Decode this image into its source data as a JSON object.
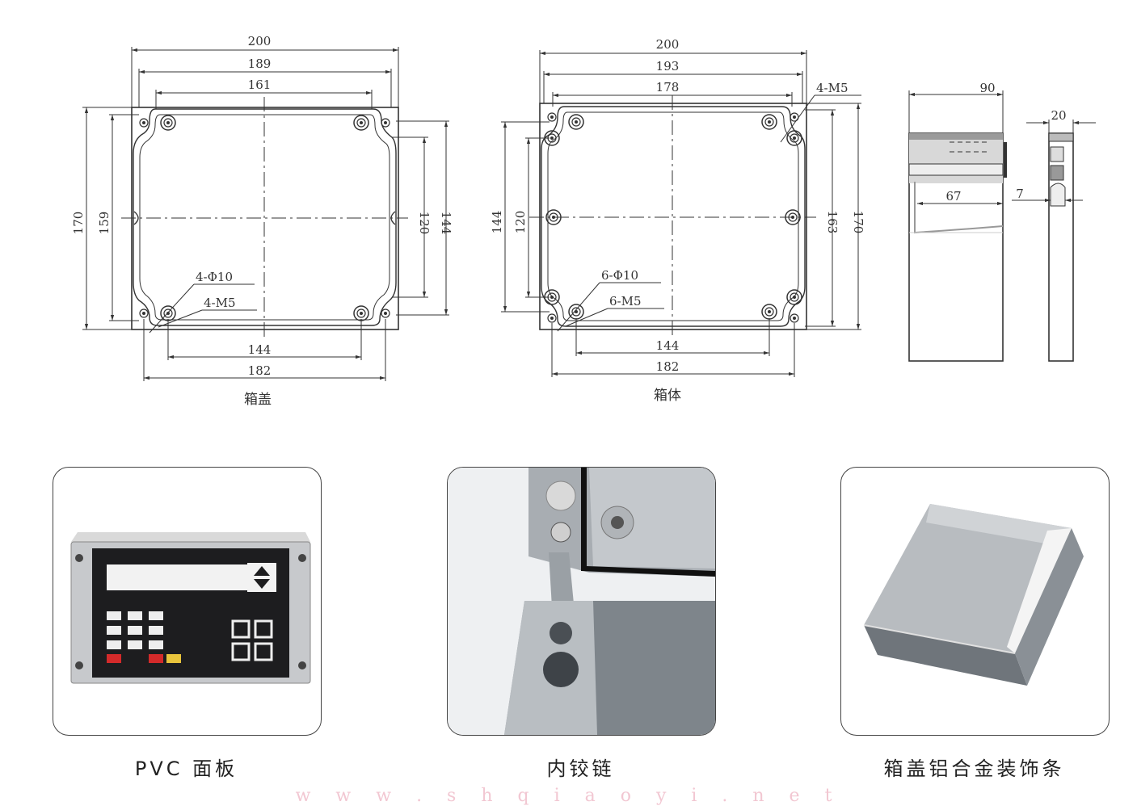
{
  "lid": {
    "label": "箱盖",
    "dims": {
      "overall_width": "200",
      "inner_width_189": "189",
      "inner_width_161": "161",
      "overall_height": "170",
      "height_159": "159",
      "height_120": "120",
      "height_144": "144",
      "bottom_144": "144",
      "bottom_182": "182",
      "hole_note": "4-Φ10",
      "screw_note": "4-M5"
    }
  },
  "body": {
    "label": "箱体",
    "dims": {
      "overall_width": "200",
      "width_193": "193",
      "width_178": "178",
      "top_screw_note": "4-M5",
      "height_144": "144",
      "height_120": "120",
      "height_163": "163",
      "height_170": "170",
      "hole_note": "6-Φ10",
      "screw_note": "6-M5",
      "bottom_144": "144",
      "bottom_182": "182"
    }
  },
  "side": {
    "depth": "90",
    "lid_depth": "67",
    "small_depth": "20",
    "small_offset": "7"
  },
  "features": [
    {
      "caption": "PVC 面板"
    },
    {
      "caption": "内铰链"
    },
    {
      "caption": "箱盖铝合金装饰条"
    }
  ],
  "watermark": "w w w . s h q i a o y i . n e t",
  "colors": {
    "line": "#333333",
    "card_border": "#444444",
    "watermark": "#f2c7d2"
  }
}
